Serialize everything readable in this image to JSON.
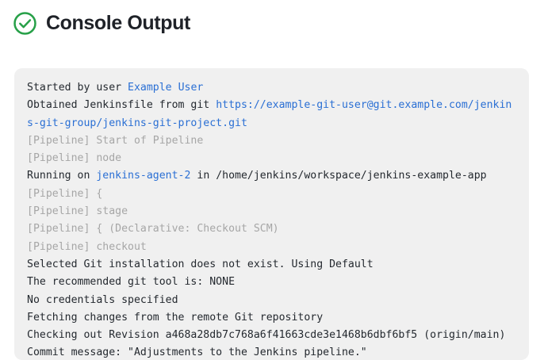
{
  "header": {
    "title": "Console Output",
    "status_icon": "check-circle-icon",
    "status_color": "#27a048"
  },
  "colors": {
    "page_background": "#ffffff",
    "panel_background": "#f0f0f0",
    "text": "#24292f",
    "muted_text": "#a6a6a6",
    "link": "#2a6fd4",
    "title": "#1f2228"
  },
  "console": {
    "lines": [
      {
        "style": "normal",
        "segments": [
          {
            "text": "Started by user ",
            "type": "text"
          },
          {
            "text": "Example User",
            "type": "link"
          }
        ]
      },
      {
        "style": "normal",
        "segments": [
          {
            "text": "Obtained Jenkinsfile from git ",
            "type": "text"
          },
          {
            "text": "https://example-git-user@git.example.com/jenkins-git-group/jenkins-git-project.git",
            "type": "link"
          }
        ]
      },
      {
        "style": "muted",
        "segments": [
          {
            "text": "[Pipeline] Start of Pipeline",
            "type": "text"
          }
        ]
      },
      {
        "style": "muted",
        "segments": [
          {
            "text": "[Pipeline] node",
            "type": "text"
          }
        ]
      },
      {
        "style": "normal",
        "segments": [
          {
            "text": "Running on ",
            "type": "text"
          },
          {
            "text": "jenkins-agent-2",
            "type": "link"
          },
          {
            "text": " in /home/jenkins/workspace/jenkins-example-app",
            "type": "text"
          }
        ]
      },
      {
        "style": "muted",
        "segments": [
          {
            "text": "[Pipeline] {",
            "type": "text"
          }
        ]
      },
      {
        "style": "muted",
        "segments": [
          {
            "text": "[Pipeline] stage",
            "type": "text"
          }
        ]
      },
      {
        "style": "muted",
        "segments": [
          {
            "text": "[Pipeline] { (Declarative: Checkout SCM)",
            "type": "text"
          }
        ]
      },
      {
        "style": "muted",
        "segments": [
          {
            "text": "[Pipeline] checkout",
            "type": "text"
          }
        ]
      },
      {
        "style": "normal",
        "segments": [
          {
            "text": "Selected Git installation does not exist. Using Default",
            "type": "text"
          }
        ]
      },
      {
        "style": "normal",
        "segments": [
          {
            "text": "The recommended git tool is: NONE",
            "type": "text"
          }
        ]
      },
      {
        "style": "normal",
        "segments": [
          {
            "text": "No credentials specified",
            "type": "text"
          }
        ]
      },
      {
        "style": "normal",
        "segments": [
          {
            "text": "Fetching changes from the remote Git repository",
            "type": "text"
          }
        ]
      },
      {
        "style": "normal",
        "segments": [
          {
            "text": "Checking out Revision a468a28db7c768a6f41663cde3e1468b6dbf6bf5 (origin/main)",
            "type": "text"
          }
        ]
      },
      {
        "style": "normal",
        "segments": [
          {
            "text": "Commit message: \"Adjustments to the Jenkins pipeline.\"",
            "type": "text"
          }
        ]
      }
    ]
  }
}
